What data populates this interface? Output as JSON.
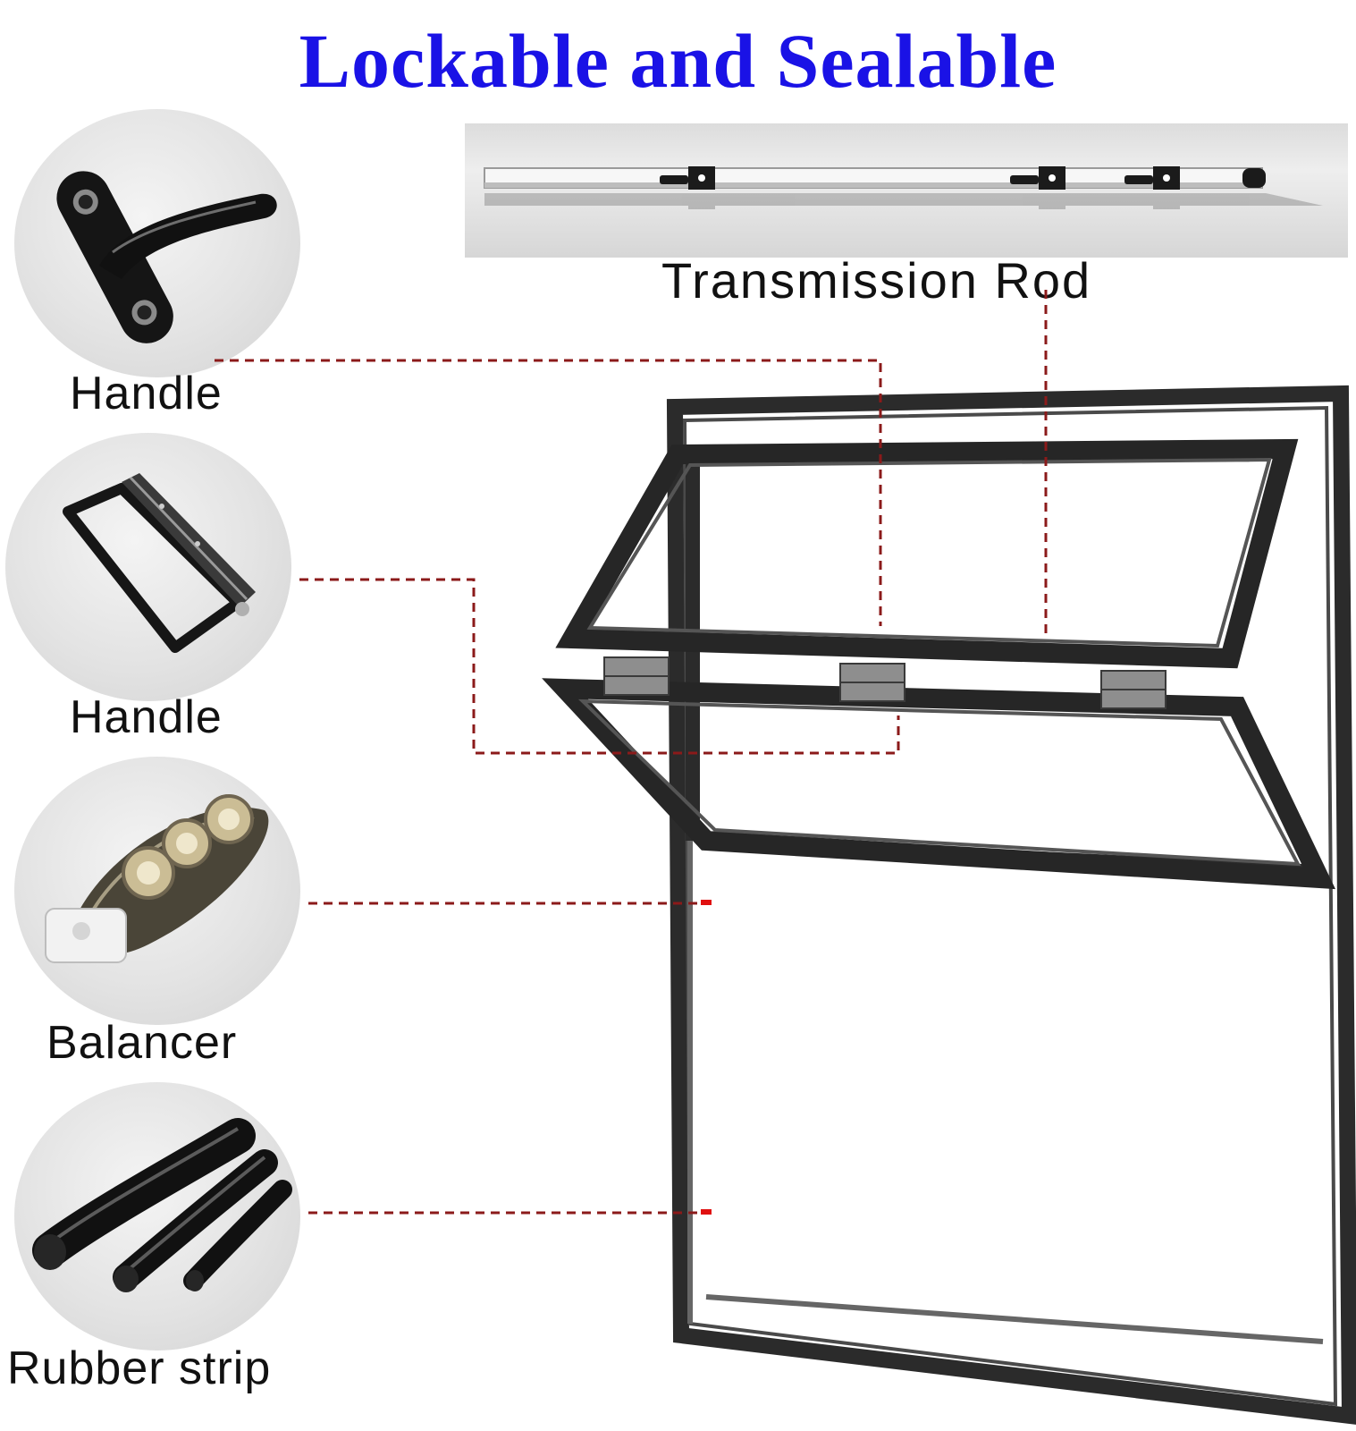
{
  "title": "Lockable and Sealable",
  "labels": {
    "transmission_rod": "Transmission Rod",
    "handle_1": "Handle",
    "handle_2": "Handle",
    "balancer": "Balancer",
    "rubber_strip": "Rubber strip"
  },
  "colors": {
    "title": "#1a12e6",
    "frame": "#2b2b2b",
    "leader_line": "#8b1a1a"
  }
}
